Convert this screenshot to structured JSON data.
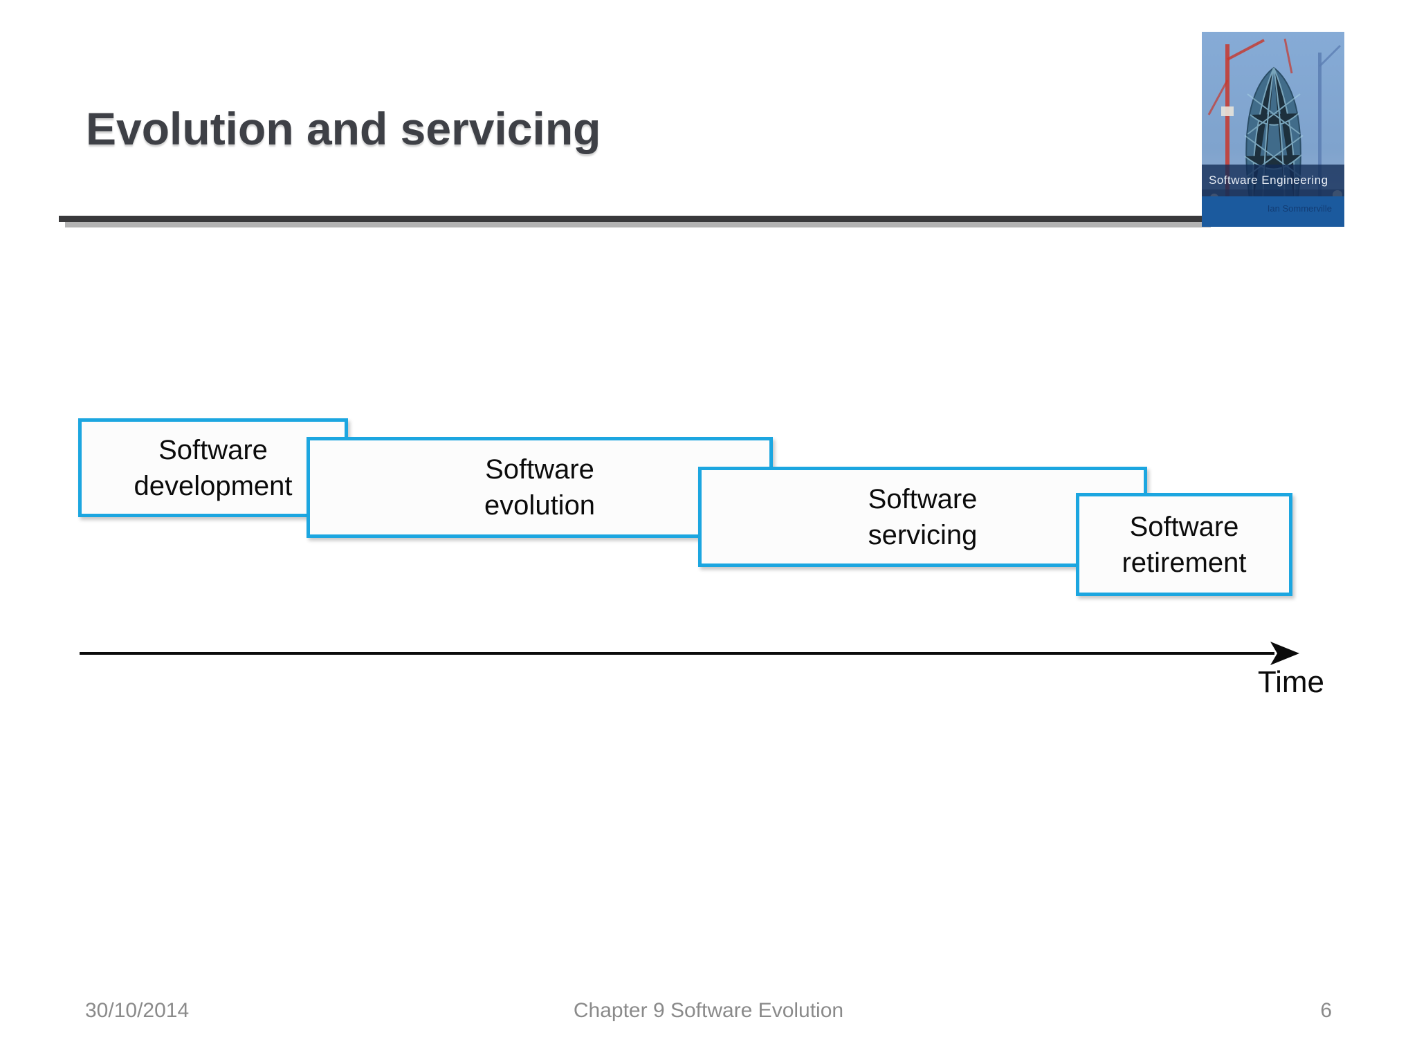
{
  "slide": {
    "title": "Evolution and servicing",
    "footer": {
      "date": "30/10/2014",
      "center": "Chapter 9 Software Evolution",
      "page": "6"
    }
  },
  "book": {
    "title": "Software Engineering",
    "author": "Ian Sommerville"
  },
  "diagram": {
    "boxes": [
      {
        "name": "software-development",
        "line1": "Software",
        "line2": "development"
      },
      {
        "name": "software-evolution",
        "line1": "Software",
        "line2": "evolution"
      },
      {
        "name": "software-servicing",
        "line1": "Software",
        "line2": "servicing"
      },
      {
        "name": "software-retirement",
        "line1": "Software",
        "line2": "retirement"
      }
    ],
    "time_label": "Time"
  },
  "colors": {
    "box_border": "#1CA6E0",
    "box_fill": "#FCFCFC",
    "rule_dark": "#39393B",
    "rule_shadow": "#B3B3B3",
    "title_text": "#3E4046",
    "footer_text": "#8A8A8A",
    "diagram_text": "#0B0B0B"
  }
}
